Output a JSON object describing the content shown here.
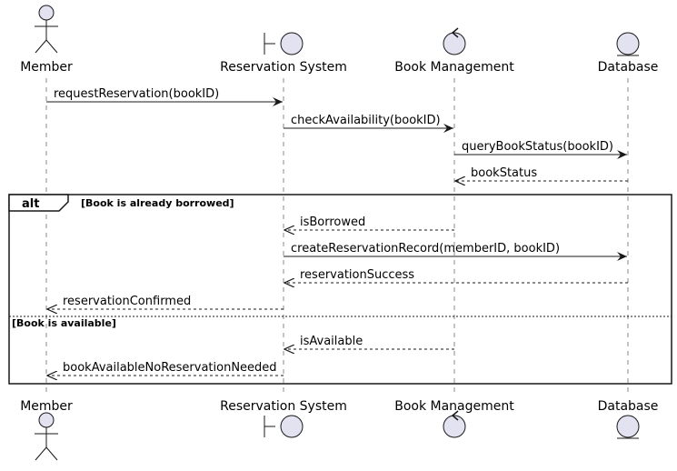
{
  "participants": [
    {
      "id": "member",
      "name": "Member",
      "kind": "actor"
    },
    {
      "id": "reservation",
      "name": "Reservation System",
      "kind": "boundary"
    },
    {
      "id": "book",
      "name": "Book Management",
      "kind": "control"
    },
    {
      "id": "database",
      "name": "Database",
      "kind": "entity"
    }
  ],
  "messages": [
    {
      "from": "member",
      "to": "reservation",
      "label": "requestReservation(bookID)",
      "style": "sync"
    },
    {
      "from": "reservation",
      "to": "book",
      "label": "checkAvailability(bookID)",
      "style": "sync"
    },
    {
      "from": "book",
      "to": "database",
      "label": "queryBookStatus(bookID)",
      "style": "sync"
    },
    {
      "from": "database",
      "to": "book",
      "label": "bookStatus",
      "style": "return"
    },
    {
      "from": "book",
      "to": "reservation",
      "label": "isBorrowed",
      "style": "return"
    },
    {
      "from": "reservation",
      "to": "database",
      "label": "createReservationRecord(memberID, bookID)",
      "style": "sync"
    },
    {
      "from": "database",
      "to": "reservation",
      "label": "reservationSuccess",
      "style": "return"
    },
    {
      "from": "reservation",
      "to": "member",
      "label": "reservationConfirmed",
      "style": "return"
    },
    {
      "from": "book",
      "to": "reservation",
      "label": "isAvailable",
      "style": "return"
    },
    {
      "from": "reservation",
      "to": "member",
      "label": "bookAvailableNoReservationNeeded",
      "style": "return"
    }
  ],
  "fragment": {
    "operator": "alt",
    "guards": [
      "[Book is already borrowed]",
      "[Book is available]"
    ]
  },
  "colors": {
    "participant_fill": "#E2E2F0",
    "line": "#181818",
    "lifeline": "#8A8A8A"
  }
}
